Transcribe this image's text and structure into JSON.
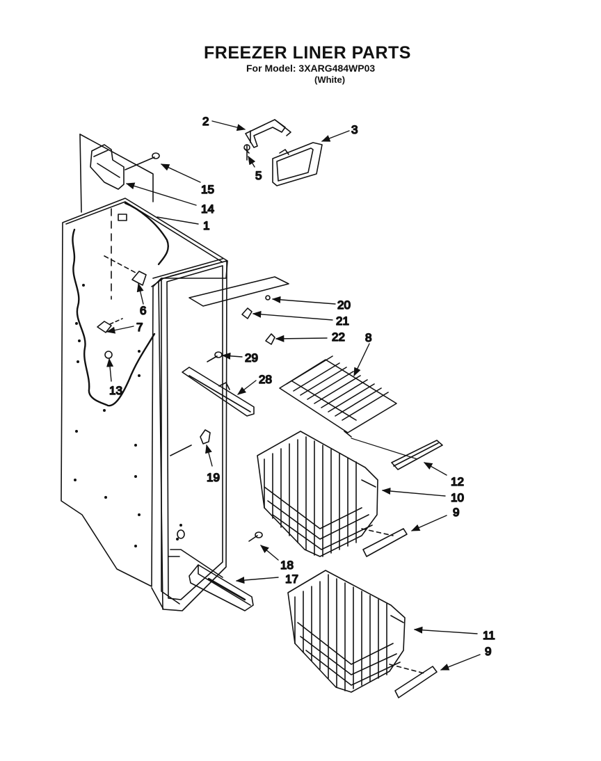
{
  "header": {
    "title": "FREEZER LINER PARTS",
    "model_line": "For Model: 3XARG484WP03",
    "color_note": "(White)"
  },
  "diagram": {
    "callouts": [
      {
        "id": "c2",
        "label": "2"
      },
      {
        "id": "c3",
        "label": "3"
      },
      {
        "id": "c5",
        "label": "5"
      },
      {
        "id": "c15",
        "label": "15"
      },
      {
        "id": "c14",
        "label": "14"
      },
      {
        "id": "c1",
        "label": "1"
      },
      {
        "id": "c6",
        "label": "6"
      },
      {
        "id": "c7",
        "label": "7"
      },
      {
        "id": "c13",
        "label": "13"
      },
      {
        "id": "c20",
        "label": "20"
      },
      {
        "id": "c21",
        "label": "21"
      },
      {
        "id": "c22",
        "label": "22"
      },
      {
        "id": "c8",
        "label": "8"
      },
      {
        "id": "c29",
        "label": "29"
      },
      {
        "id": "c28",
        "label": "28"
      },
      {
        "id": "c19",
        "label": "19"
      },
      {
        "id": "c12",
        "label": "12"
      },
      {
        "id": "c10",
        "label": "10"
      },
      {
        "id": "c9a",
        "label": "9"
      },
      {
        "id": "c18",
        "label": "18"
      },
      {
        "id": "c17",
        "label": "17"
      },
      {
        "id": "c11",
        "label": "11"
      },
      {
        "id": "c9b",
        "label": "9"
      }
    ]
  }
}
